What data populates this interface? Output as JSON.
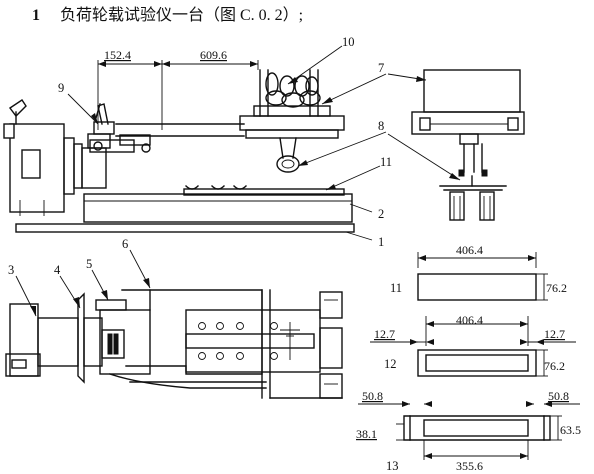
{
  "heading": {
    "number": "1",
    "text": "负荷轮载试验仪一台（图 C. 0. 2）;"
  },
  "callouts": [
    "1",
    "2",
    "3",
    "4",
    "5",
    "6",
    "7",
    "8",
    "9",
    "10",
    "11"
  ],
  "dimensions": {
    "d152": "152.4",
    "d609": "609.6",
    "d406a": "406.4",
    "d762a": "76.2",
    "d127l": "12.7",
    "d406b": "406.4",
    "d127r": "12.7",
    "d762b": "76.2",
    "d508l": "50.8",
    "d508r": "50.8",
    "d381": "38.1",
    "d635": "63.5",
    "d3556": "355.6"
  },
  "part_labels": {
    "p11": "11",
    "p12": "12",
    "p13": "13"
  }
}
